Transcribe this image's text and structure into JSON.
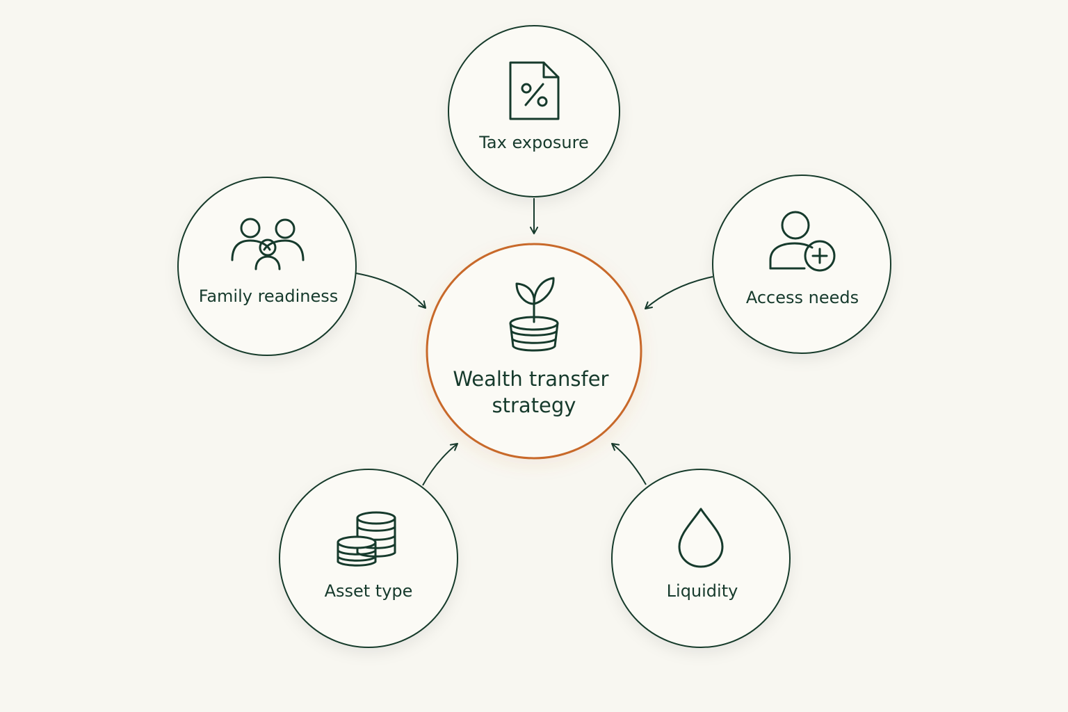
{
  "diagram": {
    "center": {
      "line1": "Wealth transfer",
      "line2": "strategy",
      "icon": "plant-coin-stack-icon"
    },
    "factors": [
      {
        "label": "Tax exposure",
        "icon": "tax-document-icon"
      },
      {
        "label": "Family readiness",
        "icon": "family-icon"
      },
      {
        "label": "Access needs",
        "icon": "person-add-icon"
      },
      {
        "label": "Asset type",
        "icon": "coin-stacks-icon"
      },
      {
        "label": "Liquidity",
        "icon": "droplet-icon"
      }
    ]
  },
  "colors": {
    "background": "#f8f7f1",
    "primary": "#163a2c",
    "accent": "#c8692a"
  }
}
